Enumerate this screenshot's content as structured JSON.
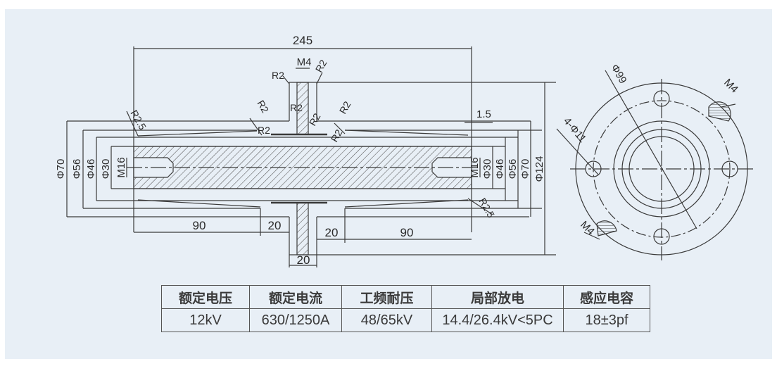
{
  "drawing": {
    "line_color": "#3a3a3a",
    "background_color": "#e8eff6",
    "side_view": {
      "overall_length": "245",
      "top_thread": "M4",
      "radii": [
        "R2",
        "R2",
        "R2",
        "R2",
        "R2",
        "R2",
        "R2",
        "R2"
      ],
      "left_radius": "R2.5",
      "right_radius": "R2.5",
      "gap": "1.5",
      "left_diameters": [
        "Φ70",
        "Φ56",
        "Φ46",
        "Φ30",
        "M16"
      ],
      "right_diameters": [
        "M16",
        "Φ30",
        "Φ46",
        "Φ56",
        "Φ70",
        "Φ124"
      ],
      "bottom_lengths": [
        "90",
        "20",
        "20",
        "90"
      ],
      "flange_width": "20"
    },
    "end_view": {
      "pcd": "Φ99",
      "holes": "4-Φ11",
      "thread_top": "M4",
      "thread_bottom": "M4"
    }
  },
  "table": {
    "headers": [
      "额定电压",
      "额定电流",
      "工频耐压",
      "局部放电",
      "感应电容"
    ],
    "values": [
      "12kV",
      "630/1250A",
      "48/65kV",
      "14.4/26.4kV<5PC",
      "18±3pf"
    ]
  }
}
